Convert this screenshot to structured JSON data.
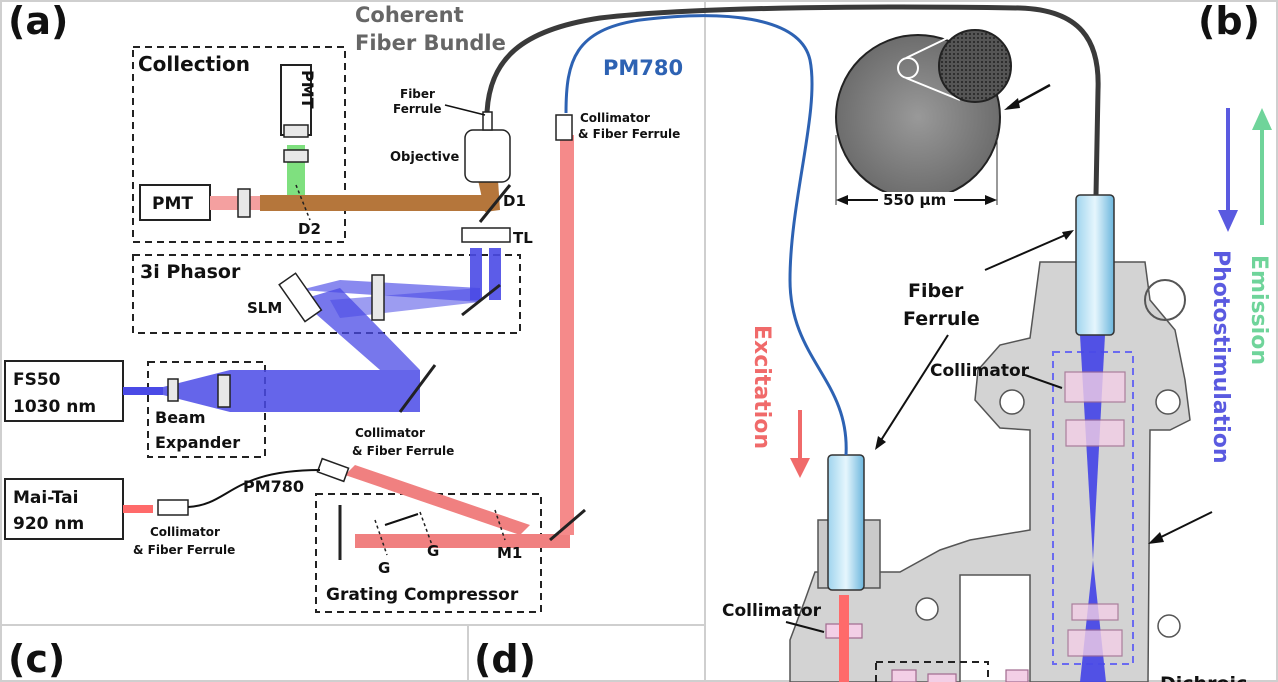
{
  "panels": {
    "a": "(a)",
    "b": "(b)",
    "c": "(c)",
    "d": "(d)"
  },
  "a": {
    "coherent": "Coherent",
    "fiber_bundle": "Fiber Bundle",
    "pm780_top": "PM780",
    "collection": "Collection",
    "pmt_vertical": "PMT",
    "pmt_left": "PMT",
    "d2": "D2",
    "fiber": "Fiber",
    "ferrule": "Ferrule",
    "objective": "Objective",
    "d1": "D1",
    "tl": "TL",
    "collimator_top": "Collimator",
    "ferrule_top": "& Fiber Ferrule",
    "phasor": "3i Phasor",
    "slm": "SLM",
    "fs50": "FS50",
    "nm1030": "1030 nm",
    "beam": "Beam",
    "expander": "Expander",
    "collimator_mid": "Collimator",
    "ferrule_mid": "& Fiber Ferrule",
    "mai_tai": "Mai-Tai",
    "nm920": "920 nm",
    "pm780_mid": "PM780",
    "collimator_low": "Collimator",
    "ferrule_low": "& Fiber Ferrule",
    "g1": "G",
    "g2": "G",
    "m1": "M1",
    "grating_compressor": "Grating Compressor"
  },
  "b": {
    "scale": "550 μm",
    "fiber": "Fiber",
    "ferrule": "Ferrule",
    "collimator1": "Collimator",
    "collimator2": "Collimator",
    "dichroic": "Dichroic",
    "excitation": "Excitation",
    "photostimulation": "Photostimulation",
    "emission": "Emission"
  },
  "colors": {
    "excitation": "#f06a6a",
    "photostimulation": "#5a5ae0",
    "emission": "#6fd49a",
    "pm780_fiber": "#2d62b3",
    "bundle_fiber": "#3a3a3a"
  }
}
